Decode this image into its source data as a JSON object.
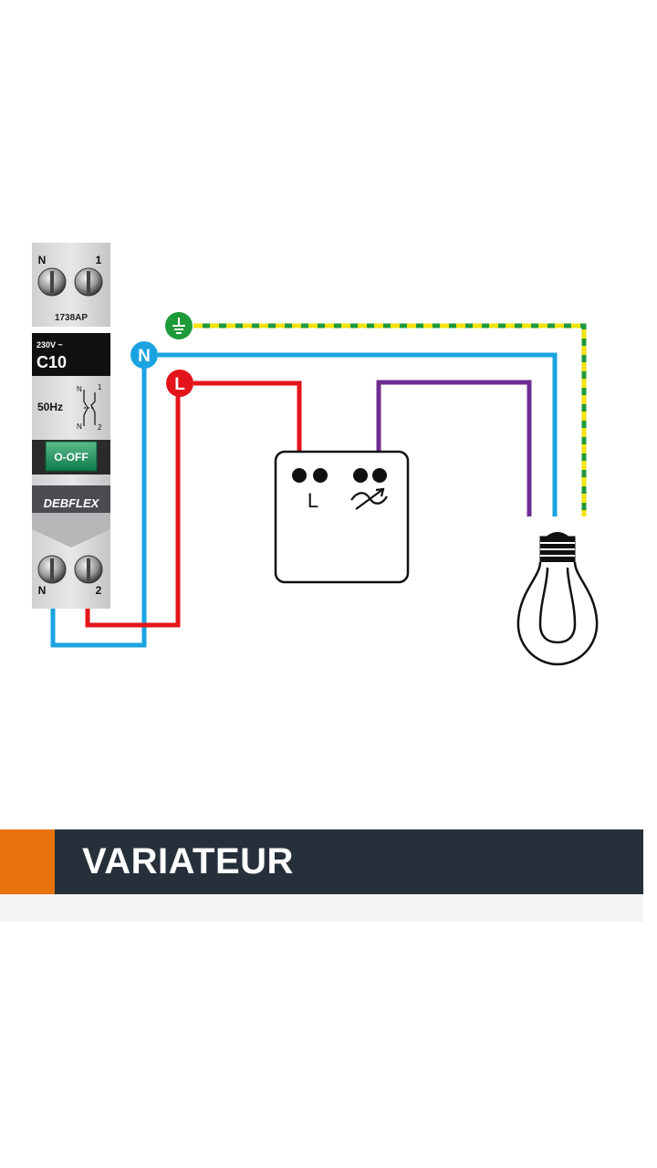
{
  "title": "VARIATEUR",
  "breaker": {
    "top_left_terminal": "N",
    "top_right_terminal": "1",
    "model": "1738AP",
    "voltage": "230V ~",
    "rating": "C10",
    "frequency": "50Hz",
    "schematic_n_top": "N",
    "schematic_1": "1",
    "schematic_n_bottom": "N",
    "schematic_2": "2",
    "switch_label": "O-OFF",
    "brand": "DEBFLEX",
    "bottom_left_terminal": "N",
    "bottom_right_terminal": "2"
  },
  "wires": {
    "neutral_label": "N",
    "live_label": "L"
  },
  "dimmer": {
    "input_label": "L"
  },
  "colors": {
    "neutral": "#1aa3e0",
    "live": "#e3151b",
    "dimmed": "#6f2c91",
    "earth_green": "#1f9a3a",
    "earth_yellow": "#f3e20c",
    "accent": "#e8720c",
    "title_bg": "#27303a"
  }
}
